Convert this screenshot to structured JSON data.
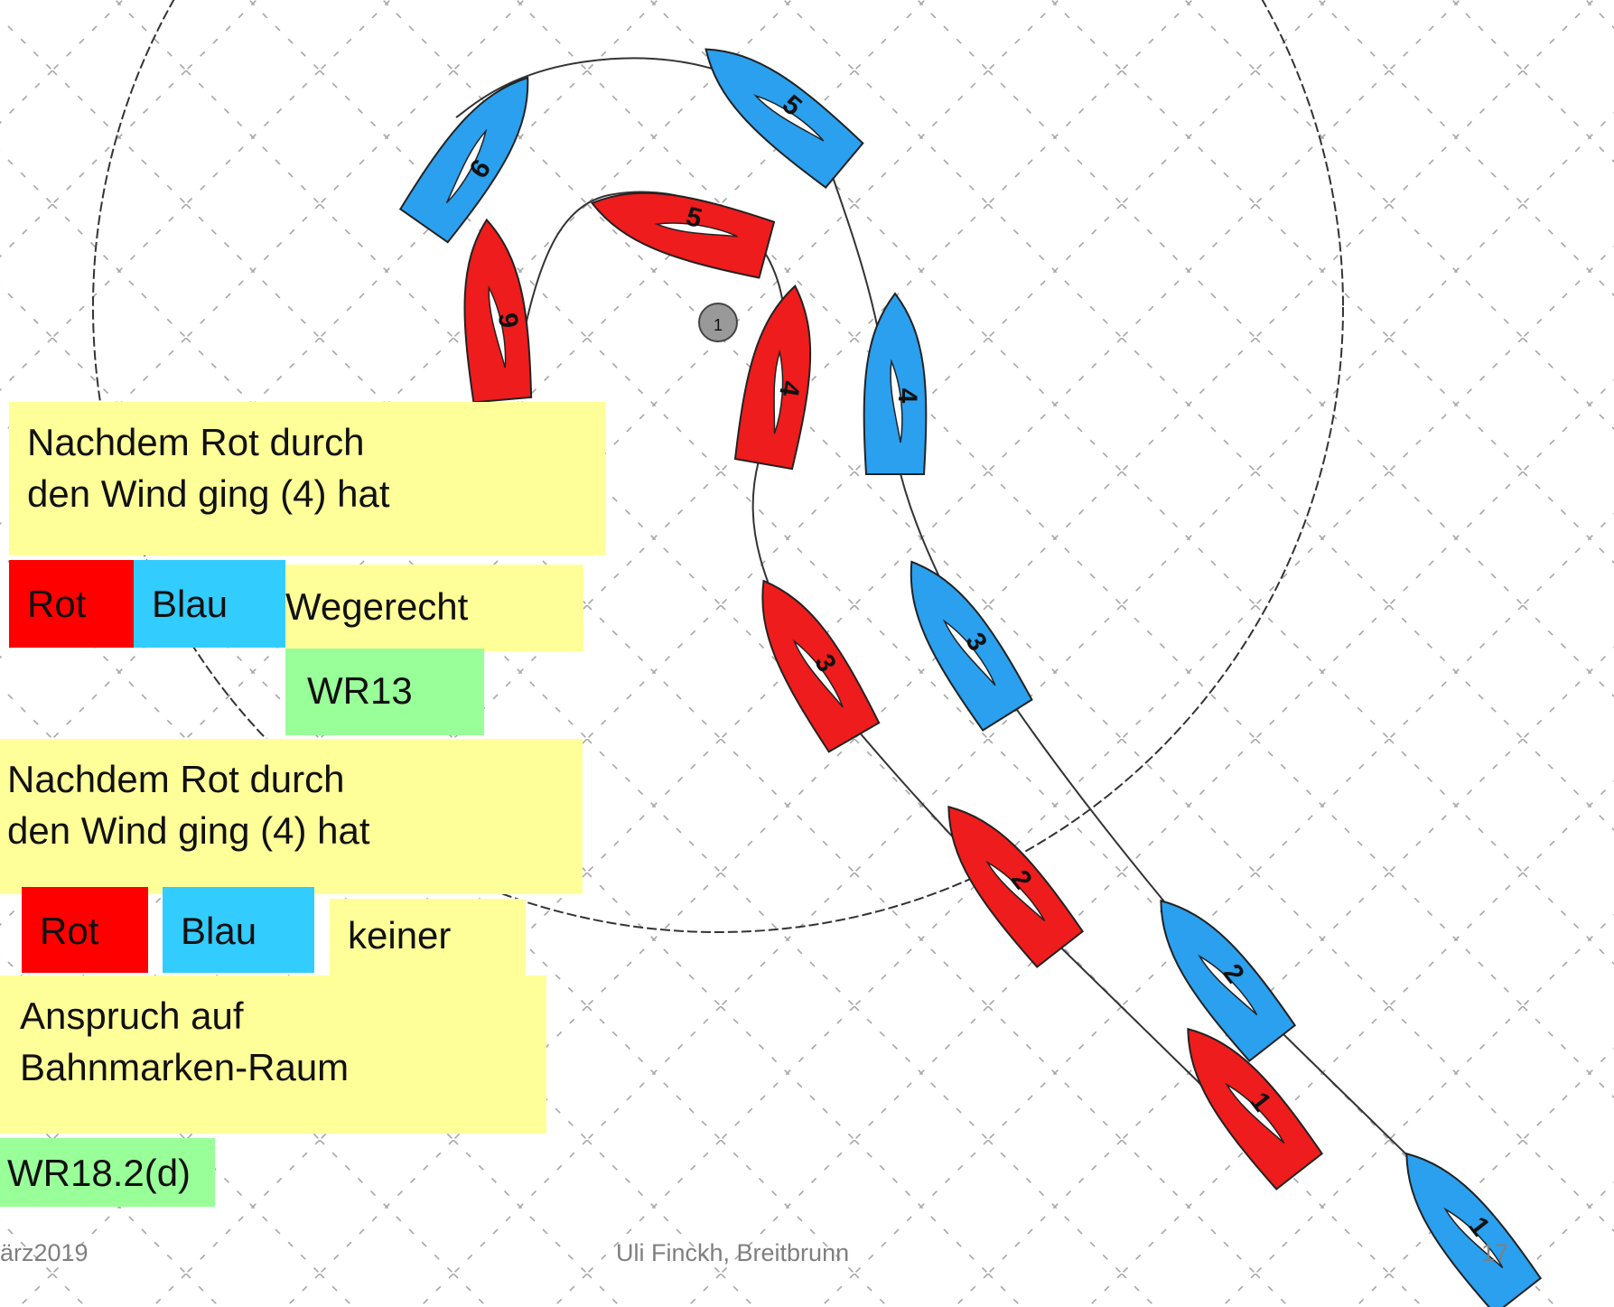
{
  "boats": {
    "red": {
      "color": "#ee1c1c",
      "positions": [
        "1",
        "2",
        "3",
        "4",
        "5",
        "9"
      ]
    },
    "blue": {
      "color": "#2aa0ee",
      "positions": [
        "1",
        "2",
        "3",
        "4",
        "5",
        "9"
      ]
    }
  },
  "mark": {
    "label": "1"
  },
  "box1": {
    "line1": "Nachdem Rot durch",
    "line2": "den Wind ging (4) hat"
  },
  "row1": {
    "rot": "Rot",
    "blau": "Blau",
    "result": "Wegerecht",
    "rule": "WR13"
  },
  "box2": {
    "line1": "Nachdem Rot durch",
    "line2": "den Wind ging (4) hat"
  },
  "row2": {
    "rot": "Rot",
    "blau": "Blau",
    "result": "keiner"
  },
  "box3": {
    "line1": "Anspruch auf",
    "line2": "Bahnmarken-Raum",
    "rule": "WR18.2(d)"
  },
  "footer": {
    "date": "ärz2019",
    "author": "Uli Finckh, Breitbrunn",
    "page": "17"
  }
}
